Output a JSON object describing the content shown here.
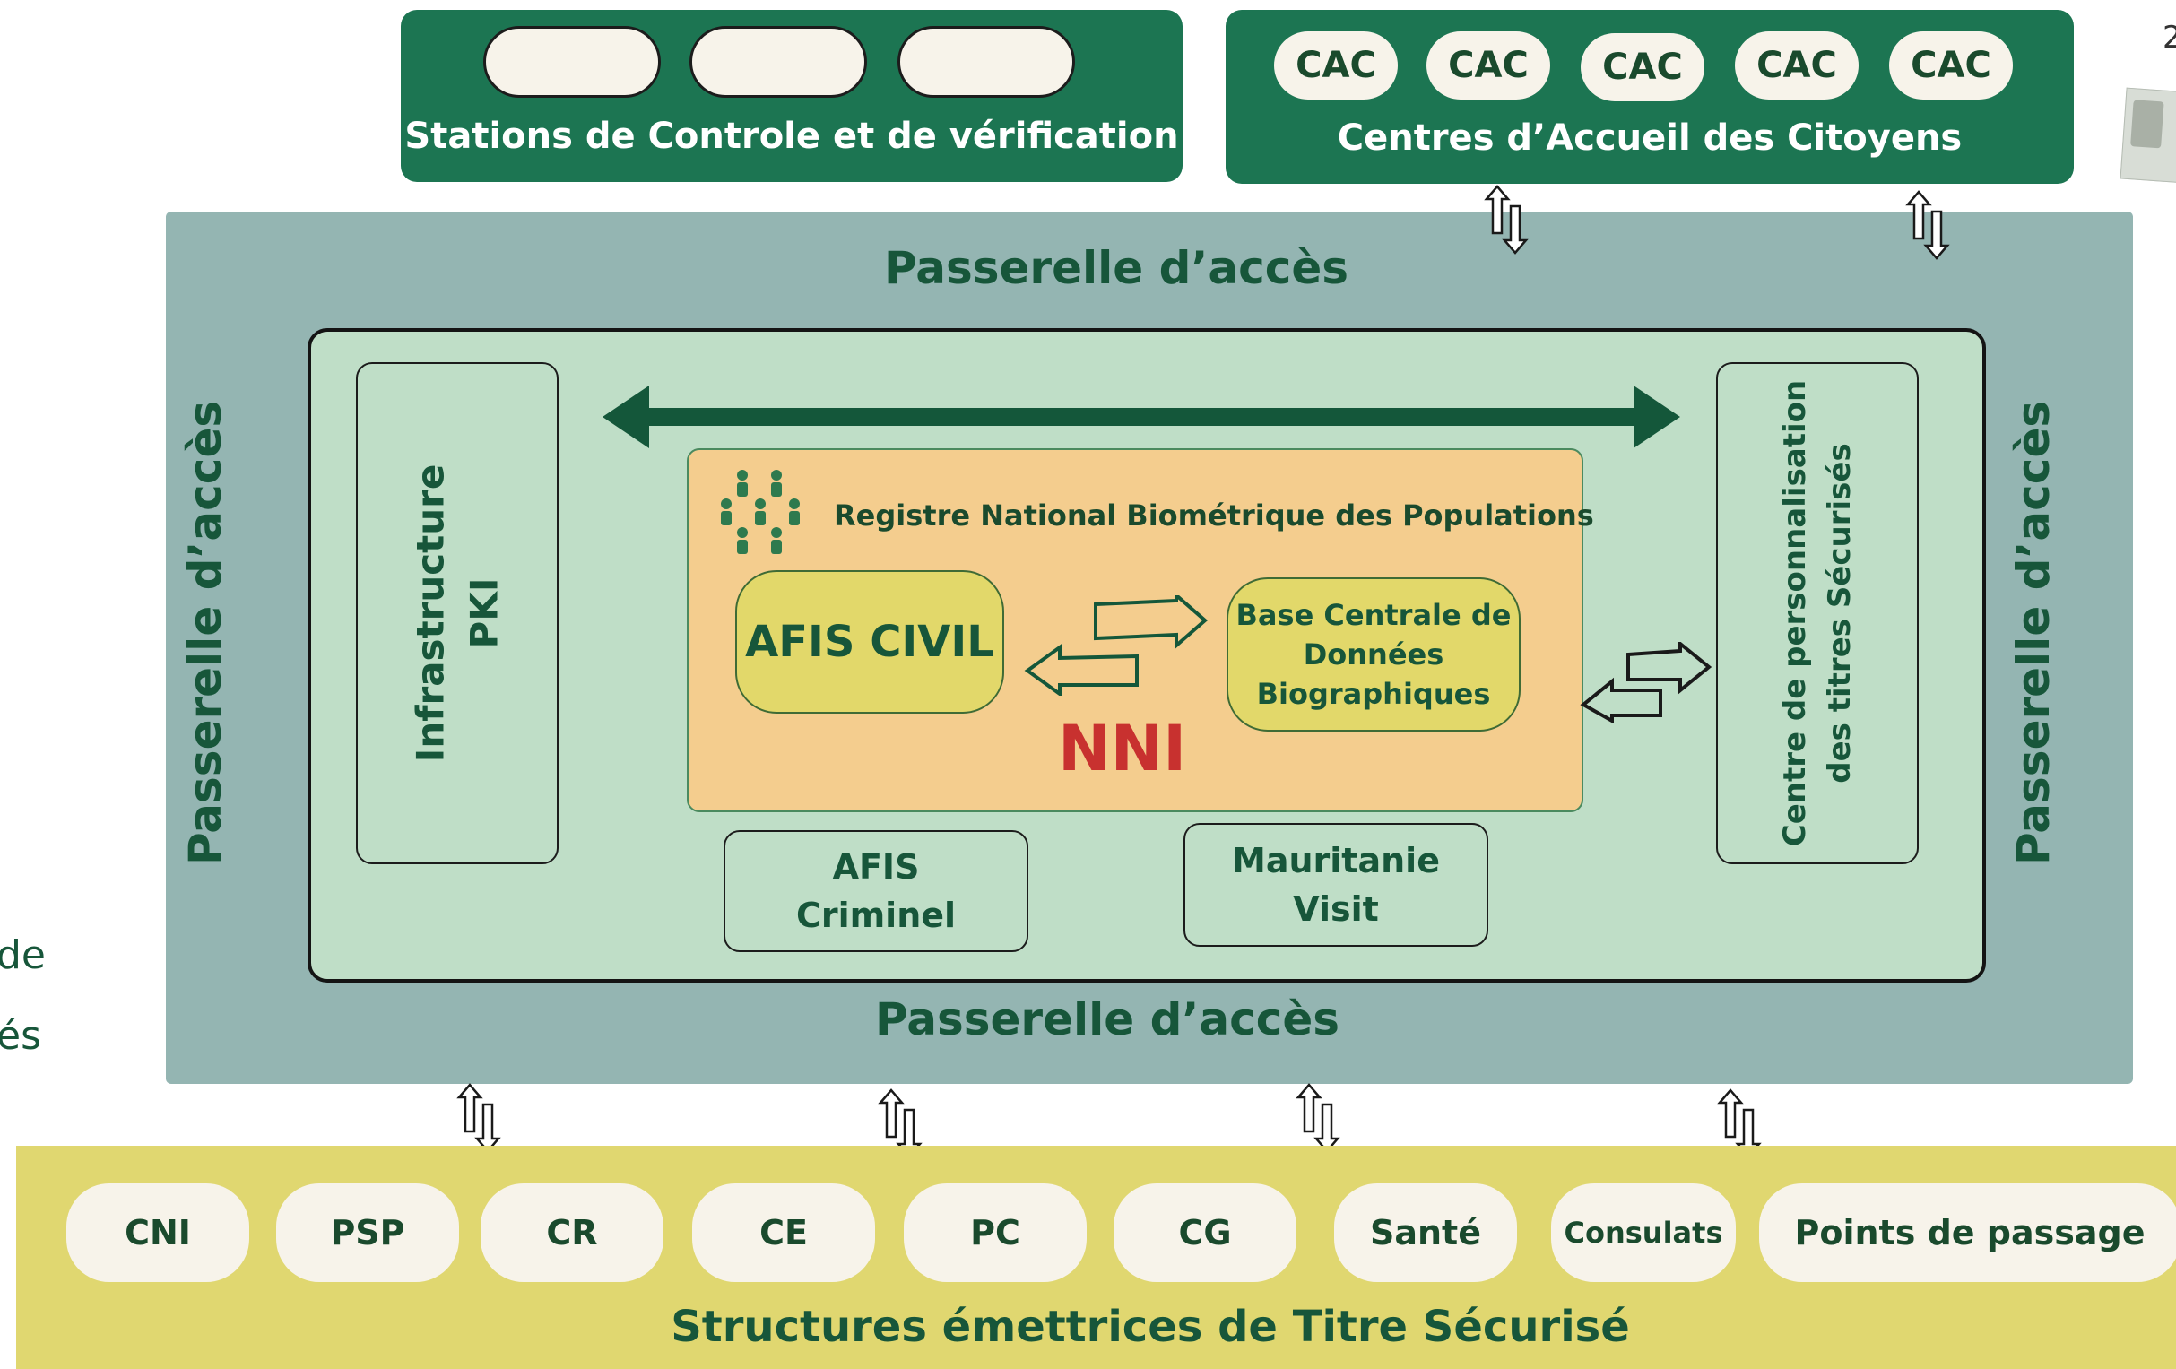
{
  "top": {
    "stations_label": "Stations de Controle et de vérification",
    "cac_label": "Centres d’Accueil des Citoyens",
    "cac_items": [
      "CAC",
      "CAC",
      "CAC",
      "CAC",
      "CAC"
    ],
    "corner_fragment": "2"
  },
  "gateway": {
    "top": "Passerelle d’accès",
    "bottom": "Passerelle d’accès",
    "left": "Passerelle d’accès",
    "right": "Passerelle d’accès"
  },
  "core": {
    "pki_line1": "Infrastructure",
    "pki_line2": "PKI",
    "perso_line1": "Centre de personnalisation",
    "perso_line2": "des titres Sécurisés",
    "registry_title": "Registre National Biométrique des Populations",
    "afis_civil": "AFIS CIVIL",
    "bcdb_line1": "Base Centrale de",
    "bcdb_line2": "Données",
    "bcdb_line3": "Biographiques",
    "nni": "NNI",
    "afis_criminel_line1": "AFIS",
    "afis_criminel_line2": "Criminel",
    "mauritanie_line1": "Mauritanie",
    "mauritanie_line2": "Visit"
  },
  "bottom": {
    "label": "Structures émettrices de Titre Sécurisé",
    "items": [
      "CNI",
      "PSP",
      "CR",
      "CE",
      "PC",
      "CG",
      "Santé",
      "Consulats",
      "Points de passage"
    ]
  },
  "side_fragments": [
    "de",
    "és"
  ],
  "colors": {
    "dark_green": "#1c7552",
    "gateway_bg": "#94b5b2",
    "inner_bg": "#bfdec7",
    "registry_bg": "#f4cd8e",
    "yellow": "#e2d86a",
    "bottom_band": "#e0d770",
    "nni_red": "#c8312f",
    "text_green": "#17563a"
  }
}
